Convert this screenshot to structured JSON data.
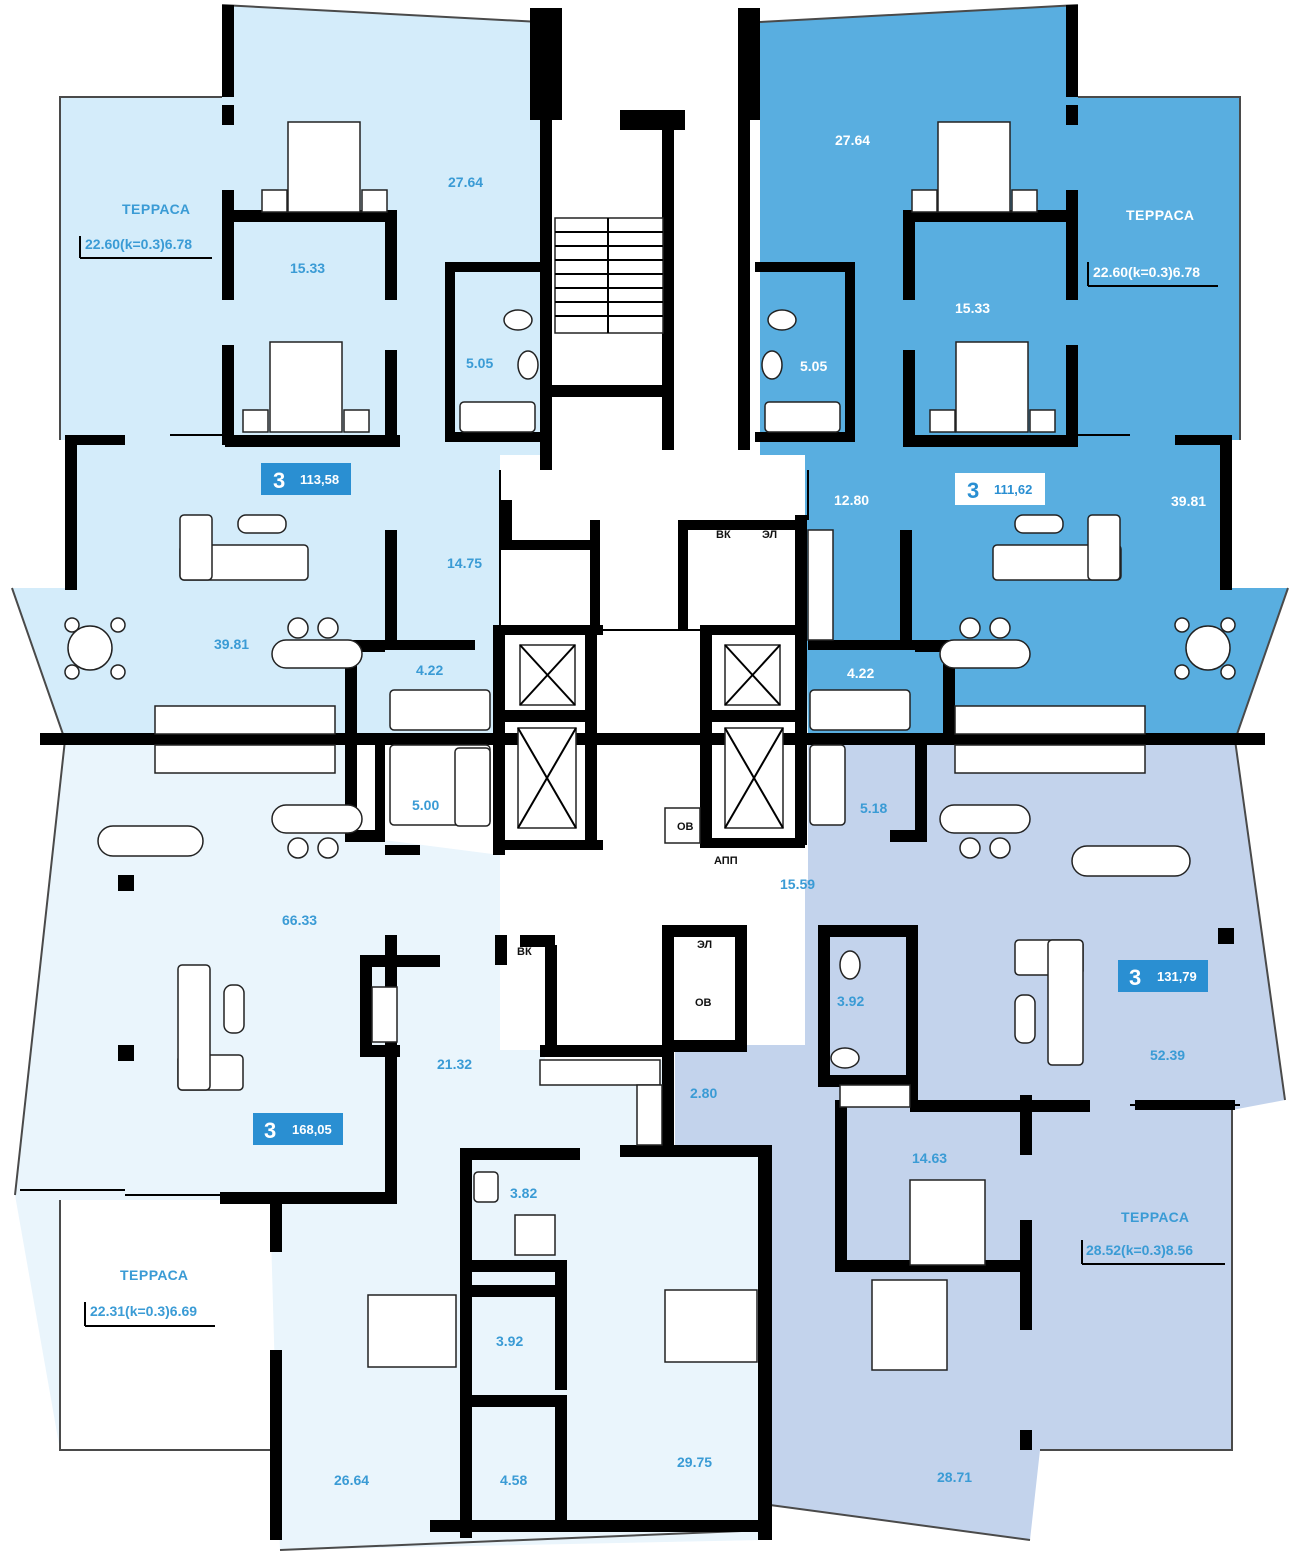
{
  "colors": {
    "apt_nw": "#d4ecfa",
    "apt_ne": "#59aee0",
    "apt_sw": "#eaf5fc",
    "apt_se": "#c3d3ec",
    "label_blue": "#3a9bd5",
    "label_dark": "#1d5e9e",
    "badge_blue": "#2a8fd2"
  },
  "apartments": {
    "nw": {
      "rooms": "3",
      "total_area": "113,58",
      "terrace_title": "ТЕРРАСА",
      "terrace_area": "22.60(k=0.3)6.78",
      "room_areas": [
        "27.64",
        "15.33",
        "5.05",
        "14.75",
        "39.81",
        "4.22"
      ]
    },
    "ne": {
      "rooms": "3",
      "total_area": "111,62",
      "terrace_title": "ТЕРРАСА",
      "terrace_area": "22.60(k=0.3)6.78",
      "room_areas": [
        "27.64",
        "15.33",
        "5.05",
        "12.80",
        "39.81",
        "4.22"
      ]
    },
    "sw": {
      "rooms": "3",
      "total_area": "168,05",
      "terrace_title": "ТЕРРАСА",
      "terrace_area": "22.31(k=0.3)6.69",
      "room_areas": [
        "5.00",
        "66.33",
        "21.32",
        "3.82",
        "3.92",
        "26.64",
        "4.58",
        "29.75"
      ]
    },
    "se": {
      "rooms": "3",
      "total_area": "131,79",
      "terrace_title": "ТЕРРАСА",
      "terrace_area": "28.52(k=0.3)8.56",
      "room_areas": [
        "5.18",
        "15.59",
        "3.92",
        "52.39",
        "2.80",
        "14.63",
        "28.71"
      ]
    }
  },
  "core_marks": {
    "vk_top": "ВК",
    "el_top": "ЭЛ",
    "ov_mid": "ОВ",
    "apl": "АПП",
    "vk_bottom": "ВК",
    "el_bottom": "ЭЛ",
    "ov_bottom": "ОВ"
  }
}
